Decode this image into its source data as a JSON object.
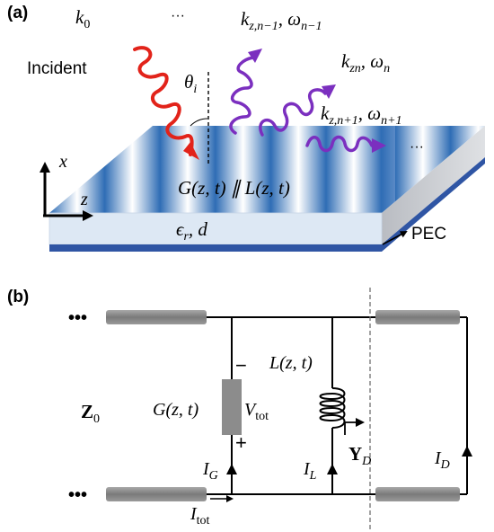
{
  "panel_a": {
    "label": "(a)",
    "k0": "k",
    "k0_sub": "0",
    "ellipsis_top": "···",
    "wave_nm1": "k",
    "wave_nm1_sub": "z,n−1",
    "wave_nm1_omega": ", ω",
    "wave_nm1_omega_sub": "n−1",
    "wave_n": "k",
    "wave_n_sub": "zn",
    "wave_n_omega": ", ω",
    "wave_n_omega_sub": "n",
    "wave_np1": "k",
    "wave_np1_sub": "z,n+1",
    "wave_np1_omega": ", ω",
    "wave_np1_omega_sub": "n+1",
    "ellipsis_right": "···",
    "incident": "Incident",
    "theta": "θ",
    "theta_sub": "i",
    "axis_x": "x",
    "axis_z": "z",
    "surface": "G(z, t) ∥ L(z, t)",
    "substrate": "ϵ",
    "substrate_sub": "r",
    "substrate_d": ",   d",
    "pec": "PEC"
  },
  "panel_b": {
    "label": "(b)",
    "z0": "Z",
    "z0_sub": "0",
    "g_label": "G(z, t)",
    "v_label": "V",
    "v_sub": "tot",
    "minus": "−",
    "plus": "+",
    "l_label": "L(z, t)",
    "yd": "Y",
    "yd_sub": "D",
    "ig": "I",
    "ig_sub": "G",
    "il": "I",
    "il_sub": "L",
    "itot": "I",
    "itot_sub": "tot",
    "id": "I",
    "id_sub": "D",
    "dots": "•••"
  },
  "colors": {
    "incident_wave": "#e2231a",
    "scattered_wave": "#7b2fbf",
    "slab_blue": "#2f6db5",
    "substrate": "#dde8f4",
    "pec": "#2f55a4",
    "tline": "#8c8c8c"
  }
}
